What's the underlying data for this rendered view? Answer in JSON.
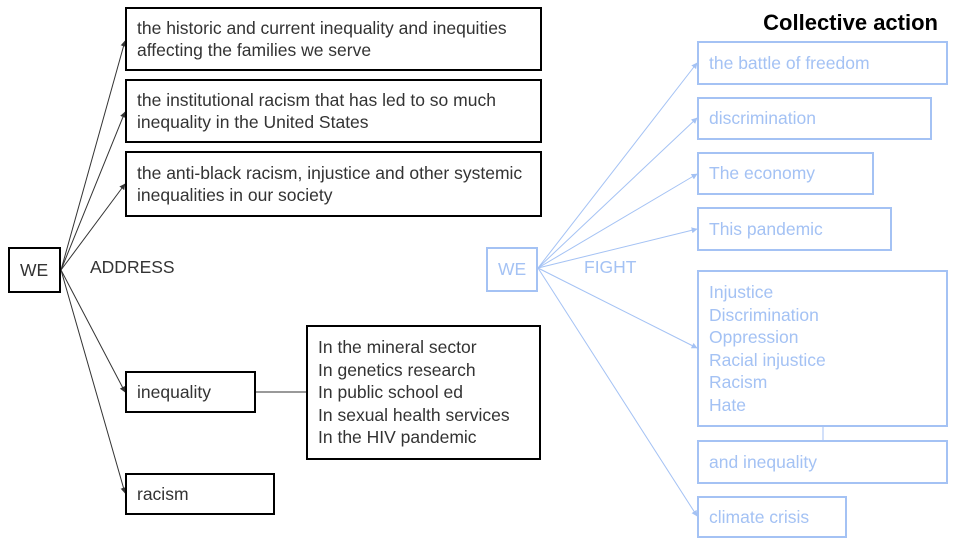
{
  "title": "Collective action",
  "left": {
    "we": "WE",
    "verb": "ADDRESS",
    "targets": [
      "the historic and current inequality and inequities affecting the families we serve",
      "the institutional racism that has led to so much inequality in the United States",
      "the anti-black racism, injustice and other systemic inequalities in our society",
      "inequality",
      "racism"
    ],
    "contexts": [
      "In the mineral sector",
      "In genetics research",
      "In public school ed",
      "In sexual health services",
      "In the HIV pandemic"
    ]
  },
  "right": {
    "we": "WE",
    "verb": "FIGHT",
    "targets": [
      "the battle of freedom",
      "discrimination",
      "The economy",
      "This pandemic"
    ],
    "list": [
      "Injustice",
      "Discrimination",
      "Oppression",
      "Racial injustice",
      "Racism",
      "Hate"
    ],
    "list_suffix": "and inequality",
    "last_target": "climate crisis"
  },
  "colors": {
    "dark": "#000000",
    "text": "#333333",
    "light": "#a4c2f4"
  }
}
